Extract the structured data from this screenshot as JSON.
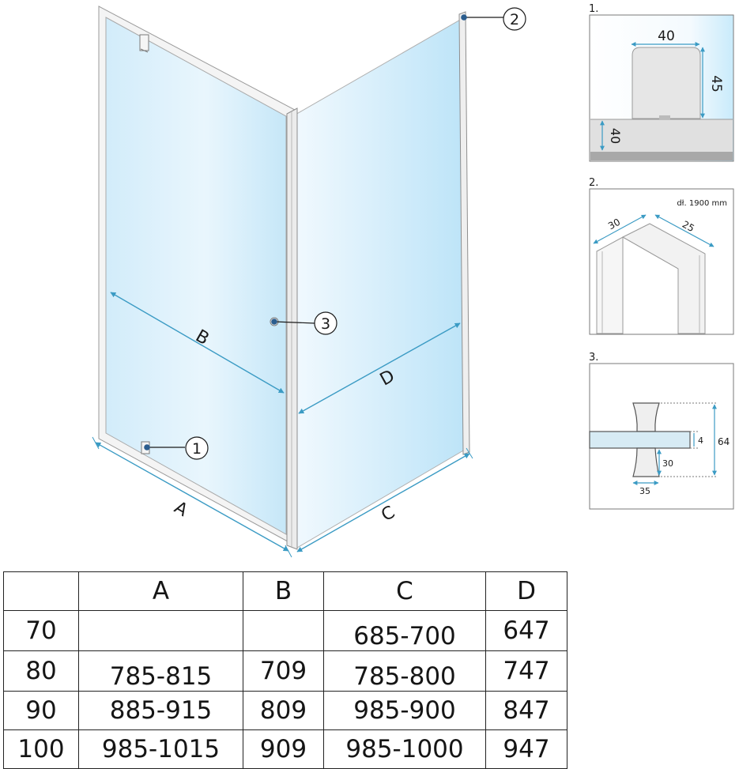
{
  "callouts": [
    "1",
    "2",
    "3"
  ],
  "dimension_letters": {
    "a": "A",
    "b": "B",
    "c": "C",
    "d": "D"
  },
  "detail_1": {
    "number": "1.",
    "width": "40",
    "height": "45",
    "base": "40"
  },
  "detail_2": {
    "number": "2.",
    "length_note": "dł. 1900 mm",
    "left": "30",
    "right": "25"
  },
  "detail_3": {
    "number": "3.",
    "total": "64",
    "glass": "4",
    "lower": "30",
    "width": "35"
  },
  "table": {
    "headers": [
      "",
      "A",
      "B",
      "C",
      "D"
    ],
    "rows": [
      [
        "70",
        "",
        "",
        "685-700",
        "647"
      ],
      [
        "80",
        "785-815",
        "709",
        "785-800",
        "747"
      ],
      [
        "90",
        "885-915",
        "809",
        "985-900",
        "847"
      ],
      [
        "100",
        "985-1015",
        "909",
        "985-1000",
        "947"
      ]
    ]
  },
  "colors": {
    "glass_light": "#eef8fe",
    "glass_dark": "#bfe5f8",
    "dimension": "#3b9bc4",
    "marker": "#2b5d8e",
    "frame": "#cfcfcf",
    "detail_bg": "#e2e2e2"
  }
}
